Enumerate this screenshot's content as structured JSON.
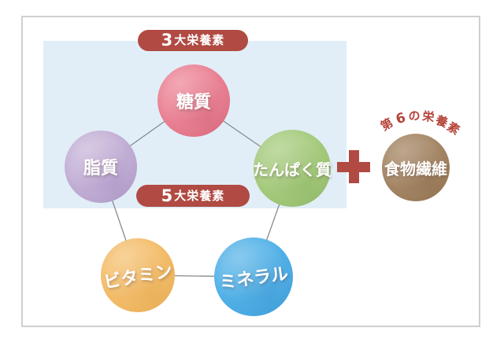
{
  "figure": {
    "badge_top": {
      "number": "3",
      "suffix": "大栄養素",
      "color": "#b04a42"
    },
    "badge_middle": {
      "number": "5",
      "suffix": "大栄養素",
      "color": "#b04a42"
    },
    "pentagon_nutrients": [
      {
        "id": "sugar",
        "label": "糖質",
        "color": "#ec8597",
        "position": "top"
      },
      {
        "id": "protein",
        "label": "たんぱく質",
        "color": "#a8cc80",
        "position": "right"
      },
      {
        "id": "mineral",
        "label": "ミネラル",
        "color": "#55b3e8",
        "position": "bottom-right"
      },
      {
        "id": "vitamin",
        "label": "ビタミン",
        "color": "#f4bf6d",
        "position": "bottom-left"
      },
      {
        "id": "lipid",
        "label": "脂質",
        "color": "#c5b2d7",
        "position": "left"
      }
    ],
    "plus": {
      "icon": "plus-icon",
      "color": "#b04a42"
    },
    "sixth_nutrient": {
      "tag": "第6の栄養素",
      "tag_chars": [
        "第",
        "6",
        "の",
        "栄",
        "養",
        "素"
      ],
      "tag_color": "#b5443a",
      "label": "食物繊維",
      "color": "#a78968"
    },
    "panel_color": "#e1eef7",
    "connector_color": "#8a8a8a"
  }
}
